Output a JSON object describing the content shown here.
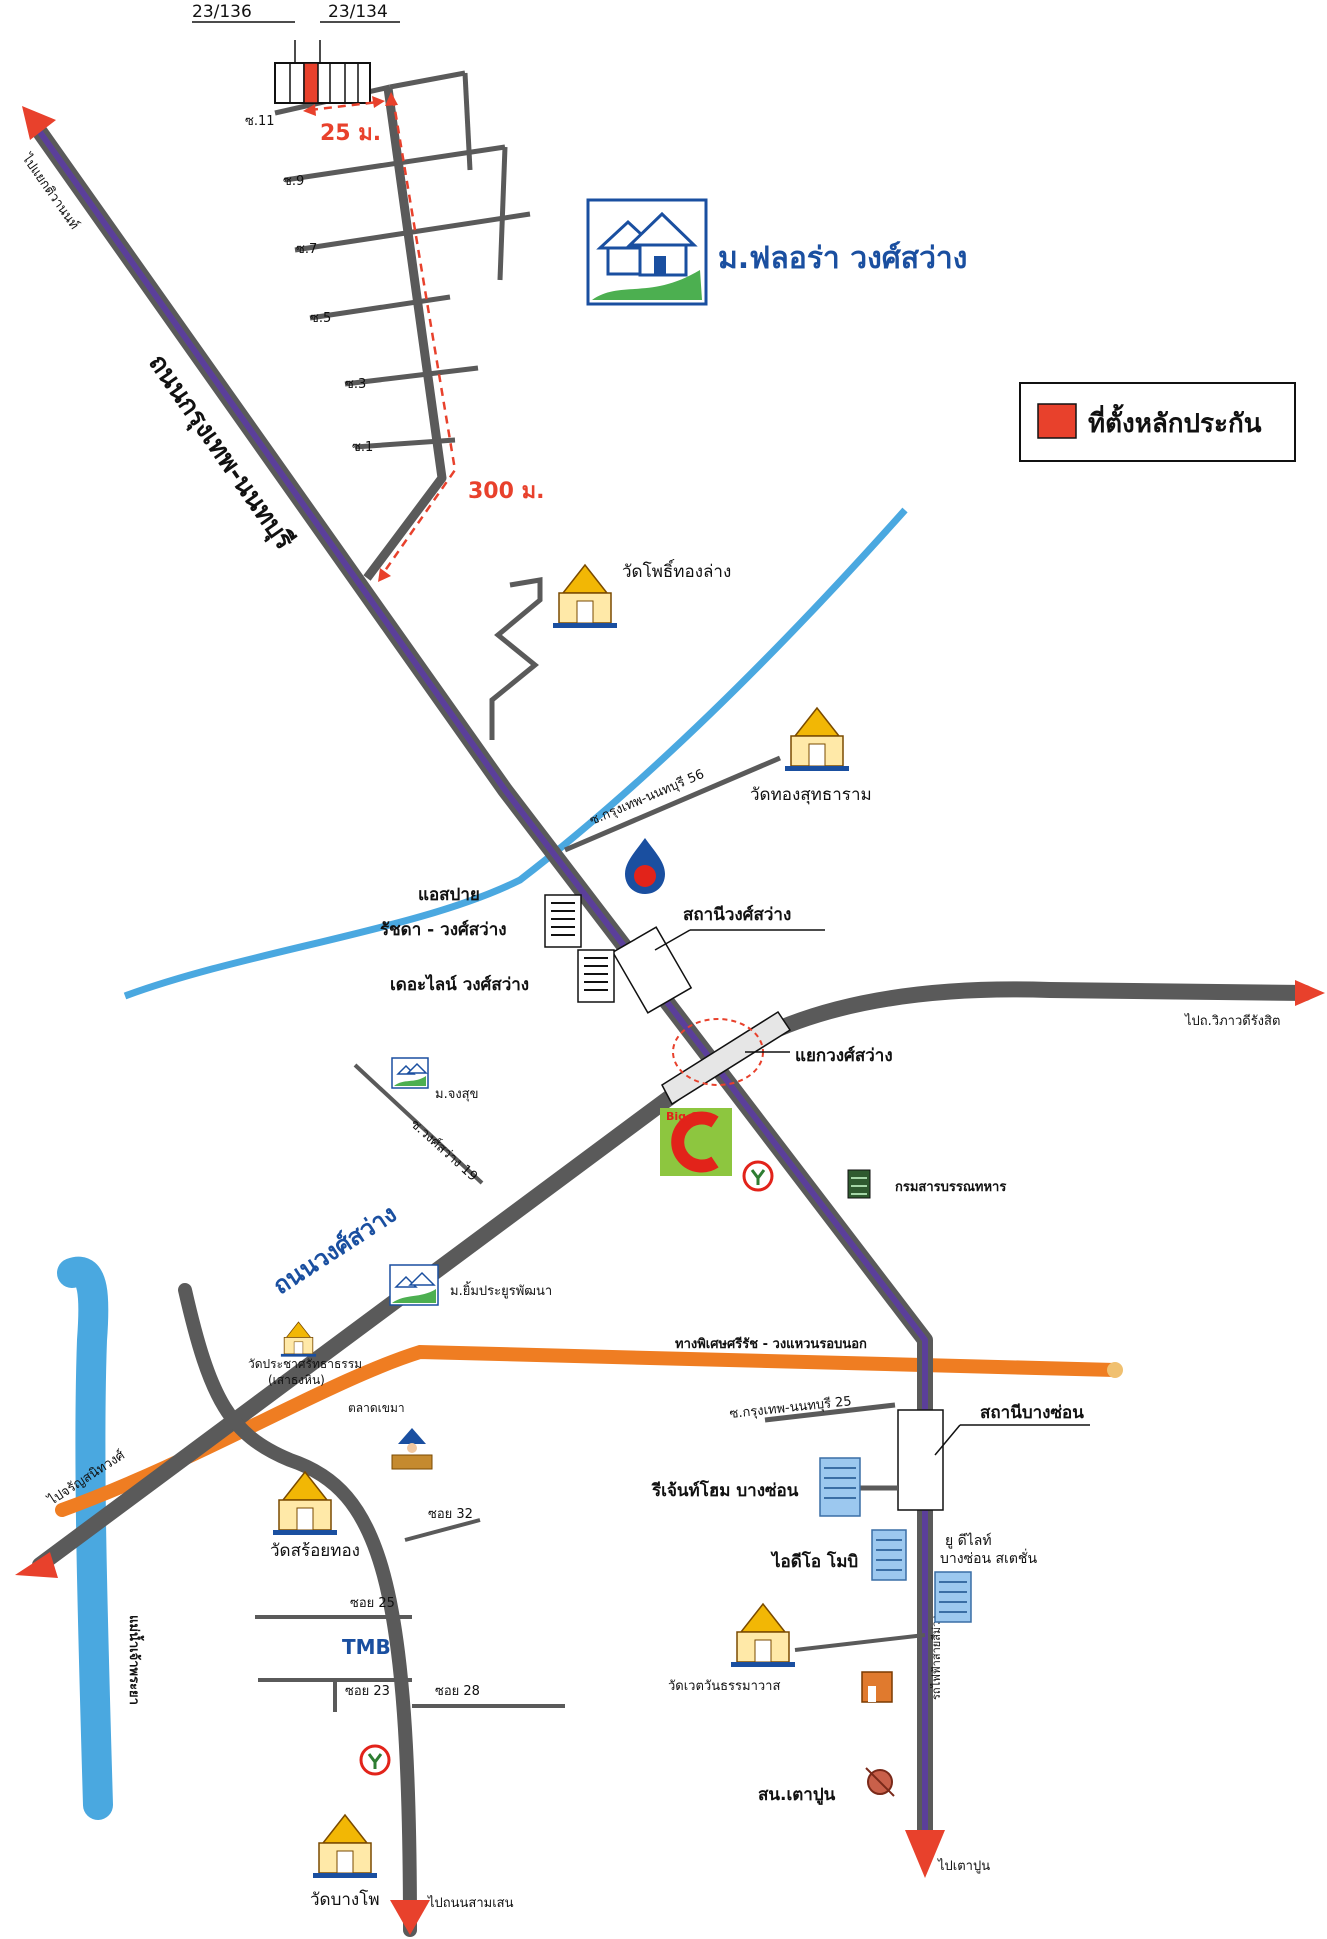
{
  "project": {
    "name": "ม.ฟลอร่า วงศ์สว่าง",
    "brand_color": "#1a4fa0"
  },
  "legend": {
    "label": "ที่ตั้งหลักประกัน",
    "swatch_color": "#e8412c"
  },
  "plots": {
    "left": "23/136",
    "right": "23/134"
  },
  "distances": {
    "short": "25 ม.",
    "long": "300 ม."
  },
  "sois": {
    "s11": "ซ.11",
    "s9": "ซ.9",
    "s7": "ซ.7",
    "s5": "ซ.5",
    "s3": "ซ.3",
    "s1": "ซ.1"
  },
  "roads": {
    "krungthep_nonthaburi": "ถนนกรุงเทพ-นนทบุรี",
    "wongsawang": "ถนนวงศ์สว่าง",
    "soi_56": "ซ.กรุงเทพ-นนทบุรี 56",
    "soi_wongsawang_19": "ซ.วงศ์สว่าง 19",
    "soi_25_upper": "ซ.กรุงเทพ-นนทบุรี 25",
    "expressway": "ทางพิเศษศรีรัช - วงแหวนรอบนอก",
    "soi_32": "ซอย 32",
    "soi_25": "ซอย 25",
    "soi_23": "ซอย 23",
    "soi_28": "ซอย 28",
    "river": "แม่น้ำเจ้าพระยา",
    "purple_line_south": "รถไฟฟ้าสายสีม่วง"
  },
  "directions": {
    "north": "ไปแยกติวานนท์",
    "east": "ไปถ.วิภาวดีรังสิต",
    "west": "ไปจรัญสนิทวงศ์",
    "south": "ไปถนนสามเสน",
    "south_east": "ไปเตาปูน"
  },
  "places": {
    "wat_pho_thong_lang": "วัดโพธิ์ทองล่าง",
    "wat_thong_suttharam": "วัดทองสุทธาราม",
    "aspire_1": "แอสปาย",
    "aspire_2": "รัชดา - วงศ์สว่าง",
    "the_line": "เดอะไลน์ วงศ์สว่าง",
    "station_wongsawang": "สถานีวงศ์สว่าง",
    "junction_wongsawang": "แยกวงศ์สว่าง",
    "m_jongsuk": "ม.จงสุข",
    "m_yim": "ม.ยิ้มประยูรพัฒนา",
    "dept": "กรมสารบรรณทหาร",
    "wat_prachasat": "วัดประชาศรัทธาธรรม",
    "wat_prachasat_sub": "(เสาธงหิน)",
    "market": "ตลาดเขมา",
    "station_bangson": "สถานีบางซ่อน",
    "regent_home": "รีเจ้นท์โฮม บางซ่อน",
    "ideo_mobi": "ไอดีโอ โมบิ",
    "u_delight_1": "ยู ดีไลท์",
    "u_delight_2": "บางซ่อน สเตชั่น",
    "wat_soi_thong": "วัดสร้อยทอง",
    "wat_kheman": "วัดเวตวันธรรมาวาส",
    "wat_bang_pho": "วัดบางโพ",
    "tao_poon": "สน.เตาปูน",
    "tmb": "TMB",
    "bigc": "Big C"
  },
  "colors": {
    "road": "#5a5a5a",
    "purple_line": "#5b3f9a",
    "river": "#4aa8e0",
    "expressway": "#ef7d22",
    "arrow": "#e8412c",
    "bigc_green": "#8dc63f",
    "bigc_red": "#e2231a"
  }
}
